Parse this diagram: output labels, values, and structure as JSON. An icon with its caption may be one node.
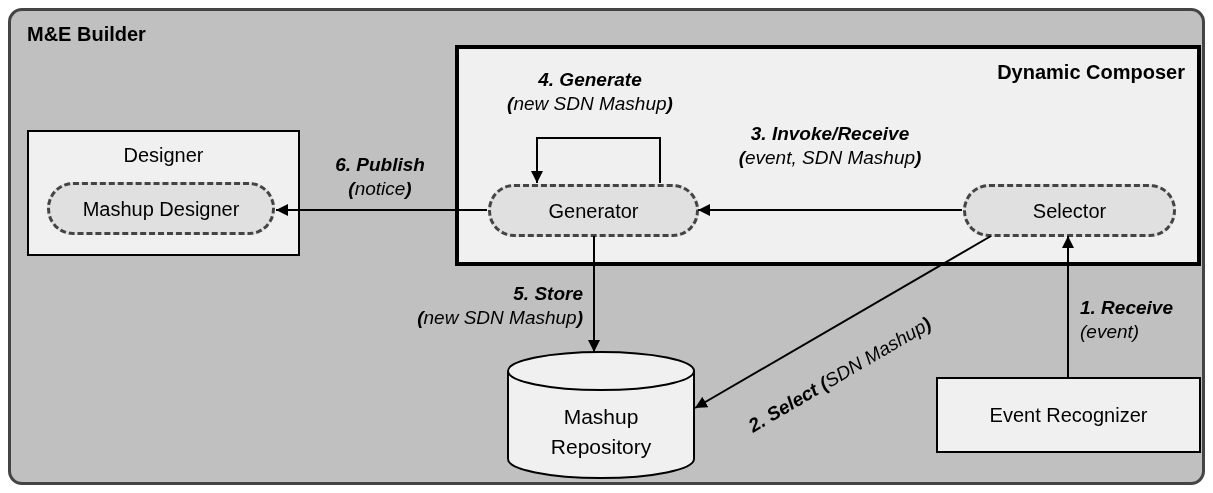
{
  "diagram": {
    "nodes": [
      {
        "text": [
          "M&E Builder"
        ]
      },
      {
        "text": [
          "Designer"
        ],
        "in": 0
      },
      {
        "text": [
          "Mashup Designer"
        ],
        "in": 1
      },
      {
        "text": [
          "Dynamic Composer"
        ],
        "in": 0
      },
      {
        "text": [
          "Generator"
        ],
        "in": 3
      },
      {
        "text": [
          "Selector"
        ],
        "in": 3
      },
      {
        "text": [
          "Mashup Repository"
        ],
        "in": 0
      },
      {
        "text": [
          "Event Recognizer"
        ],
        "in": 0
      }
    ],
    "edges": [
      {
        "from": 7,
        "to": 5,
        "arrow": "to",
        "label": "**1. Receive** (event)"
      },
      {
        "from": 5,
        "to": 6,
        "arrow": "to",
        "label": "**2. Select (**SDN Mashup**)**"
      },
      {
        "from": 5,
        "to": 4,
        "arrow": "to",
        "label": "**3. Invoke/Receive** **(**event, SDN Mashup**)**"
      },
      {
        "from": 4,
        "to": 4,
        "arrow": "to",
        "label": "**4. Generate** **(**new SDN Mashup**)**"
      },
      {
        "from": 4,
        "to": 6,
        "arrow": "to",
        "label": "**5. Store** **(**new SDN Mashup**)**"
      },
      {
        "from": 4,
        "to": 2,
        "arrow": "to",
        "label": "**6. Publish** **(**notice**)**"
      }
    ]
  }
}
